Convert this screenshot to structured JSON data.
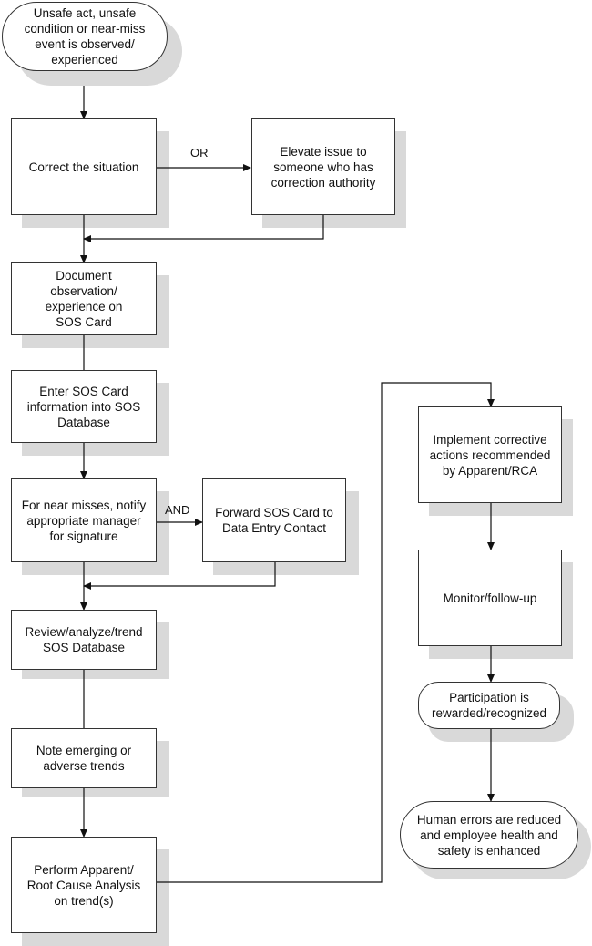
{
  "nodes": {
    "start": "Unsafe act, unsafe\ncondition or near-miss\nevent is observed/\nexperienced",
    "correct": "Correct the situation",
    "elevate": "Elevate issue to\nsomeone who has\ncorrection authority",
    "document": "Document\nobservation/\nexperience on\nSOS Card",
    "enter": "Enter SOS Card\ninformation into SOS\nDatabase",
    "notify": "For near misses, notify\nappropriate manager\nfor signature",
    "forward": "Forward SOS Card to\nData Entry Contact",
    "review": "Review/analyze/trend\nSOS Database",
    "note": "Note emerging or\nadverse trends",
    "perform": "Perform Apparent/\nRoot Cause Analysis\non trend(s)",
    "implement": "Implement corrective\nactions recommended\nby Apparent/RCA",
    "monitor": "Monitor/follow-up",
    "participation": "Participation is\nrewarded/recognized",
    "outcome": "Human errors are reduced\nand employee health and\nsafety is enhanced"
  },
  "edge_labels": {
    "or": "OR",
    "and": "AND"
  }
}
